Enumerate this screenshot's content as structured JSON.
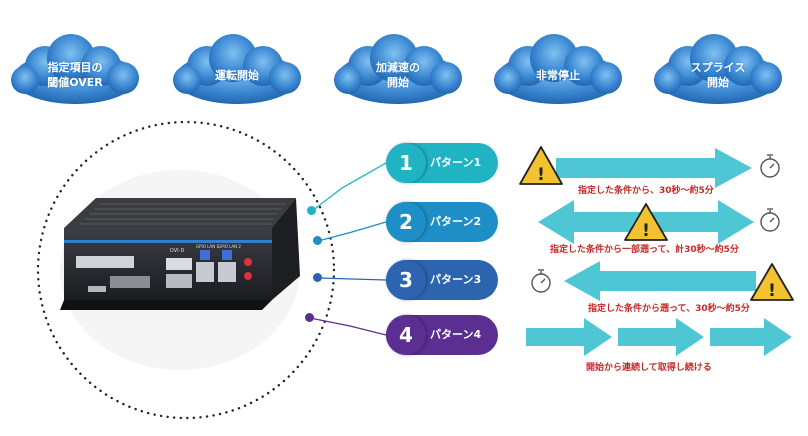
{
  "clouds": [
    {
      "lines": [
        "指定項目の",
        "閾値OVER"
      ]
    },
    {
      "lines": [
        "運転開始"
      ]
    },
    {
      "lines": [
        "加減速の",
        "開始"
      ]
    },
    {
      "lines": [
        "非常停止"
      ]
    },
    {
      "lines": [
        "スプライス",
        "開始"
      ]
    }
  ],
  "patterns": [
    {
      "num": "1",
      "label": "パターン1",
      "color": "#1fb3c4",
      "caption": "指定した条件から、30秒～約5分"
    },
    {
      "num": "2",
      "label": "パターン2",
      "color": "#1e8fc6",
      "caption": "指定した条件から一部遡って、計30秒～約5分"
    },
    {
      "num": "3",
      "label": "パターン3",
      "color": "#2c64b0",
      "caption": "指定した条件から遡って、30秒～約5分"
    },
    {
      "num": "4",
      "label": "パターン4",
      "color": "#5a2f91",
      "caption": "開始から連続して取得し続ける"
    }
  ],
  "device": {
    "port_labels": [
      "DVI-D",
      "GPIO LAN 1",
      "GPIO LAN 2"
    ]
  },
  "colors": {
    "arrow": "#4fc6d4",
    "warning": "#f2c230",
    "cloud": "#3a86d1"
  }
}
